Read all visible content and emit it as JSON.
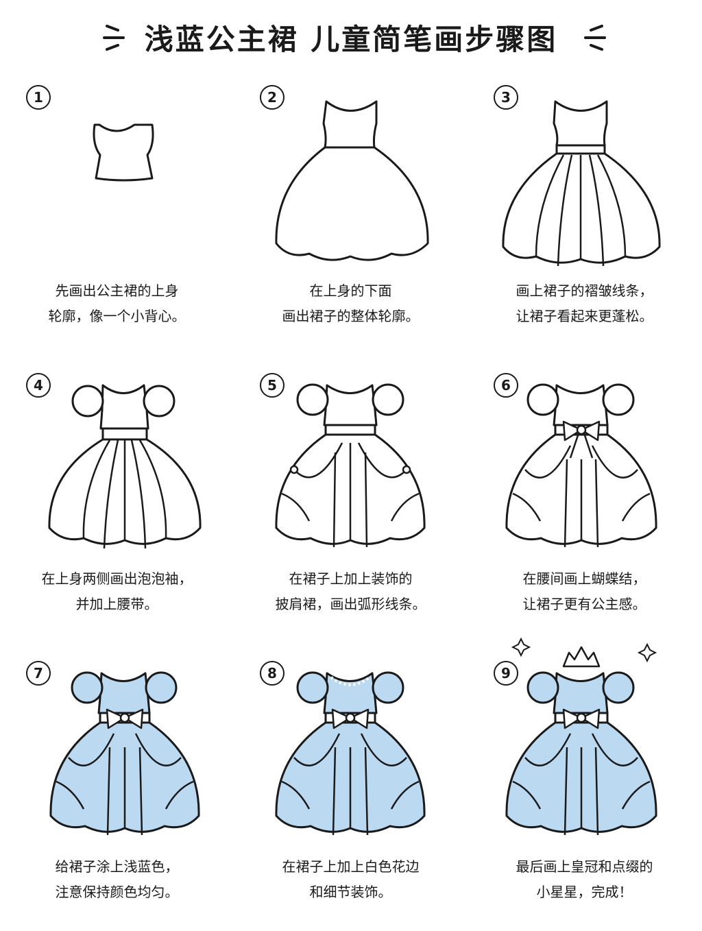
{
  "title": "浅蓝公主裙  儿童简笔画步骤图",
  "colors": {
    "dress_blue": "#bcd9f2",
    "dress_blue_dark": "#a8ccec",
    "line": "#1a1a1a"
  },
  "steps": [
    {
      "number": "1",
      "lines": [
        "先画出公主裙的上身",
        "轮廓，像一个小背心。"
      ]
    },
    {
      "number": "2",
      "lines": [
        "在上身的下面",
        "画出裙子的整体轮廓。"
      ]
    },
    {
      "number": "3",
      "lines": [
        "画上裙子的褶皱线条，",
        "让裙子看起来更蓬松。"
      ]
    },
    {
      "number": "4",
      "lines": [
        "在上身两侧画出泡泡袖，",
        "并加上腰带。"
      ]
    },
    {
      "number": "5",
      "lines": [
        "在裙子上加上装饰的",
        "披肩裙，画出弧形线条。"
      ]
    },
    {
      "number": "6",
      "lines": [
        "在腰间画上蝴蝶结，",
        "让裙子更有公主感。"
      ]
    },
    {
      "number": "7",
      "lines": [
        "给裙子涂上浅蓝色，",
        "注意保持颜色均匀。"
      ]
    },
    {
      "number": "8",
      "lines": [
        "在裙子上加上白色花边",
        "和细节装饰。"
      ]
    },
    {
      "number": "9",
      "lines": [
        "最后画上皇冠和点缀的",
        "小星星，完成！"
      ]
    }
  ]
}
